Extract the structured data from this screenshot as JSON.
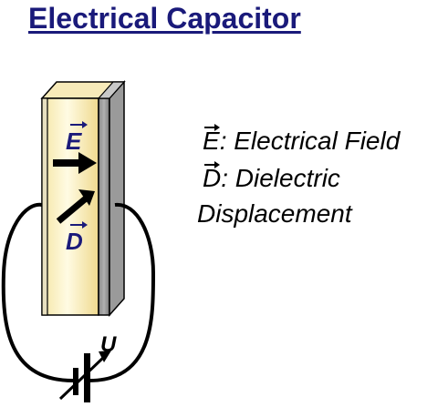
{
  "title": "Electrical Capacitor",
  "diagram": {
    "e_symbol": "E",
    "d_symbol": "D",
    "voltage_symbol": "U"
  },
  "legend": {
    "e_symbol": "E",
    "e_text": ": Electrical Field",
    "d_symbol": "D",
    "d_text_line1": ": Dielectric",
    "d_text_line2": "Displacement"
  },
  "colors": {
    "title": "#1a1a7a",
    "dielectric_light": "#fffbe0",
    "dielectric_mid": "#f7e7a8",
    "dielectric_dark": "#e8d080",
    "plate_gray": "#a0a0a0",
    "plate_dark": "#6e6e6e",
    "symbol_blue": "#1a1a7a",
    "wire": "#000000"
  }
}
